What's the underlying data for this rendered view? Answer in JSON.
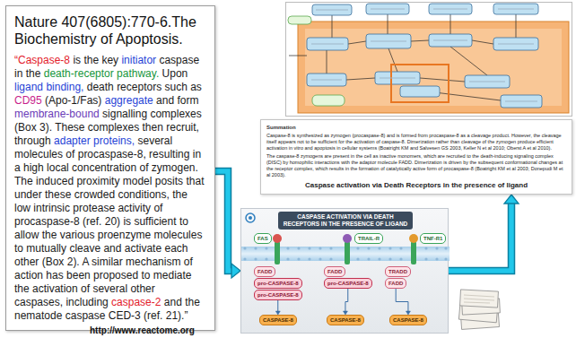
{
  "diagram": {
    "nodes": [
      {
        "text": [
          "Nature 407(6805):770-6.The Biochemistry of Apoptosis.",
          "“Caspase-8 is the key initiator caspase in the death-receptor pathway. Upon ligand binding, death receptors such as CD95 (Apo-1/Fas) aggregate and form membrane-bound signalling complexes (Box 3). These complexes then recruit, through adapter proteins, several molecules of procaspase-8, resulting in a high local concentration of zymogen. The induced proximity model posits that under these crowded conditions, the low intrinsic protease activity of procaspase-8 (ref. 20) is sufficient to allow the various proenzyme molecules to mutually cleave and activate each other (Box 2). A similar mechanism of action has been proposed to mediate the activation of several other caspases, including caspase-2 and the nematode caspase CED-3 (ref. 21).”"
        ]
      },
      {
        "text": [
          "Summation",
          "Caspase-8 is synthesized as zymogen (procaspase-8) and is formed from procaspase-8 as a cleavage product. However, the cleavage itself appears not to be sufficient for the activation of caspase-8. Dimerization rather than cleavage of the zymogen produce efficient activation in vitro and apoptosis in cellular systems (Boatright KM and Salvesen GS 2003, Keller N et al 2010; Oberst A et al 2010).",
          "The caspase-8 zymogens are present in the cell as inactive monomers, which are recruited to the death-inducing signaling complex (DISC) by homophilic interactions with the adaptor molecule FADD. Dimerization is driven by the subsequent conformational changes at the receptor complex, which results in the formation of catalytically active form of procaspase-8 (Boatright KM et al 2003; Donepudi M et al 2003).",
          "Caspase activation via Death Receptors in the presence of ligand"
        ]
      },
      {
        "text": [
          "CASPASE ACTIVATION VIA DEATH RECEPTORS IN THE PRESENCE OF LIGAND"
        ]
      },
      {
        "text": [
          "FAS"
        ],
        "in": 2
      },
      {
        "text": [
          "TRAIL-R"
        ],
        "in": 2
      },
      {
        "text": [
          "TNF-R1"
        ],
        "in": 2
      },
      {
        "text": [
          "FADD"
        ],
        "in": 2
      },
      {
        "text": [
          "FADD"
        ],
        "in": 2
      },
      {
        "text": [
          "TRADD"
        ],
        "in": 2
      },
      {
        "text": [
          "pro-CASPASE-8"
        ],
        "in": 2
      },
      {
        "text": [
          "pro-CASPASE-8"
        ],
        "in": 2
      },
      {
        "text": [
          "FADD"
        ],
        "in": 2
      },
      {
        "text": [
          "pro-CASPASE-8"
        ],
        "in": 2
      },
      {
        "text": [
          "CASPASE-8"
        ],
        "in": 2
      },
      {
        "text": [
          "CASPASE-8"
        ],
        "in": 2
      },
      {
        "text": [
          "CASPASE-8"
        ],
        "in": 2
      }
    ],
    "edges": [
      {
        "from": 0,
        "to": 2,
        "arrow": "to"
      },
      {
        "from": 2,
        "to": 1,
        "arrow": "to"
      },
      {
        "from": 12,
        "to": 13,
        "arrow": "to"
      },
      {
        "from": 10,
        "to": 14,
        "arrow": "to"
      },
      {
        "from": 11,
        "to": 15,
        "arrow": "to"
      }
    ],
    "labels": [
      "http://www.reactome.org"
    ]
  }
}
